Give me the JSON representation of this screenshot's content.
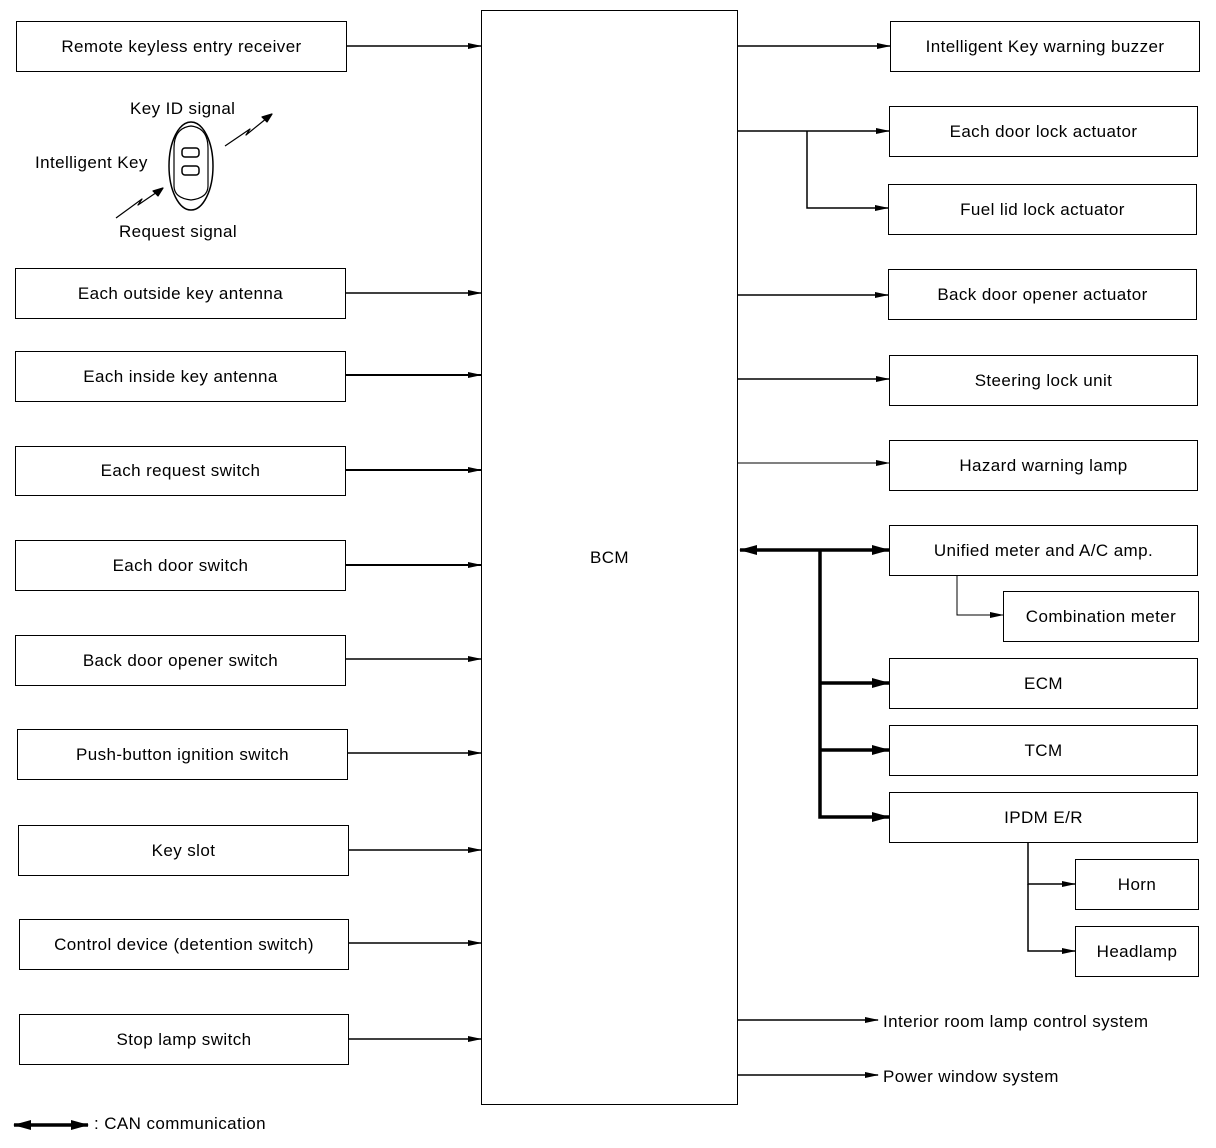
{
  "bcm": "BCM",
  "inputs": [
    "Remote keyless entry receiver",
    "Each outside key antenna",
    "Each inside key antenna",
    "Each request switch",
    "Each door switch",
    "Back door opener switch",
    "Push-button ignition switch",
    "Key slot",
    "Control device (detention switch)",
    "Stop lamp switch"
  ],
  "intelligent_key": {
    "label": "Intelligent Key",
    "key_id_signal": "Key ID signal",
    "request_signal": "Request signal"
  },
  "outputs": [
    "Intelligent Key warning buzzer",
    "Each door lock actuator",
    "Fuel lid lock actuator",
    "Back door opener actuator",
    "Steering lock unit",
    "Hazard warning lamp"
  ],
  "can_nodes": [
    "Unified meter and A/C amp.",
    "ECM",
    "TCM",
    "IPDM E/R"
  ],
  "meter_child": "Combination meter",
  "ipdm_children": [
    "Horn",
    "Headlamp"
  ],
  "systems": [
    "Interior room lamp control system",
    "Power window system"
  ],
  "legend": ": CAN communication"
}
